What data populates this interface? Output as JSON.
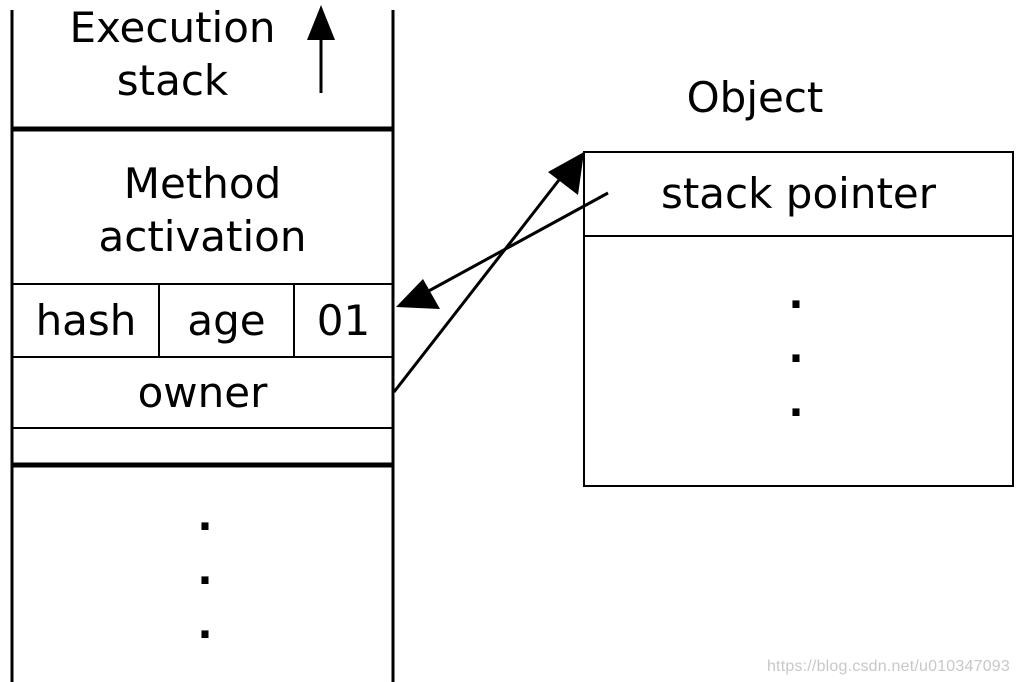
{
  "stack": {
    "title_line1": "Execution",
    "title_line2": "stack",
    "frame_line1": "Method",
    "frame_line2": "activation",
    "mark_word": {
      "hash": "hash",
      "age": "age",
      "lock_bits": "01"
    },
    "owner": "owner",
    "ellipsis": [
      "·",
      "·",
      "·"
    ]
  },
  "object": {
    "title": "Object",
    "stack_pointer": "stack pointer",
    "ellipsis": [
      "·",
      "·",
      "·"
    ]
  },
  "watermark": "https://blog.csdn.net/u010347093"
}
